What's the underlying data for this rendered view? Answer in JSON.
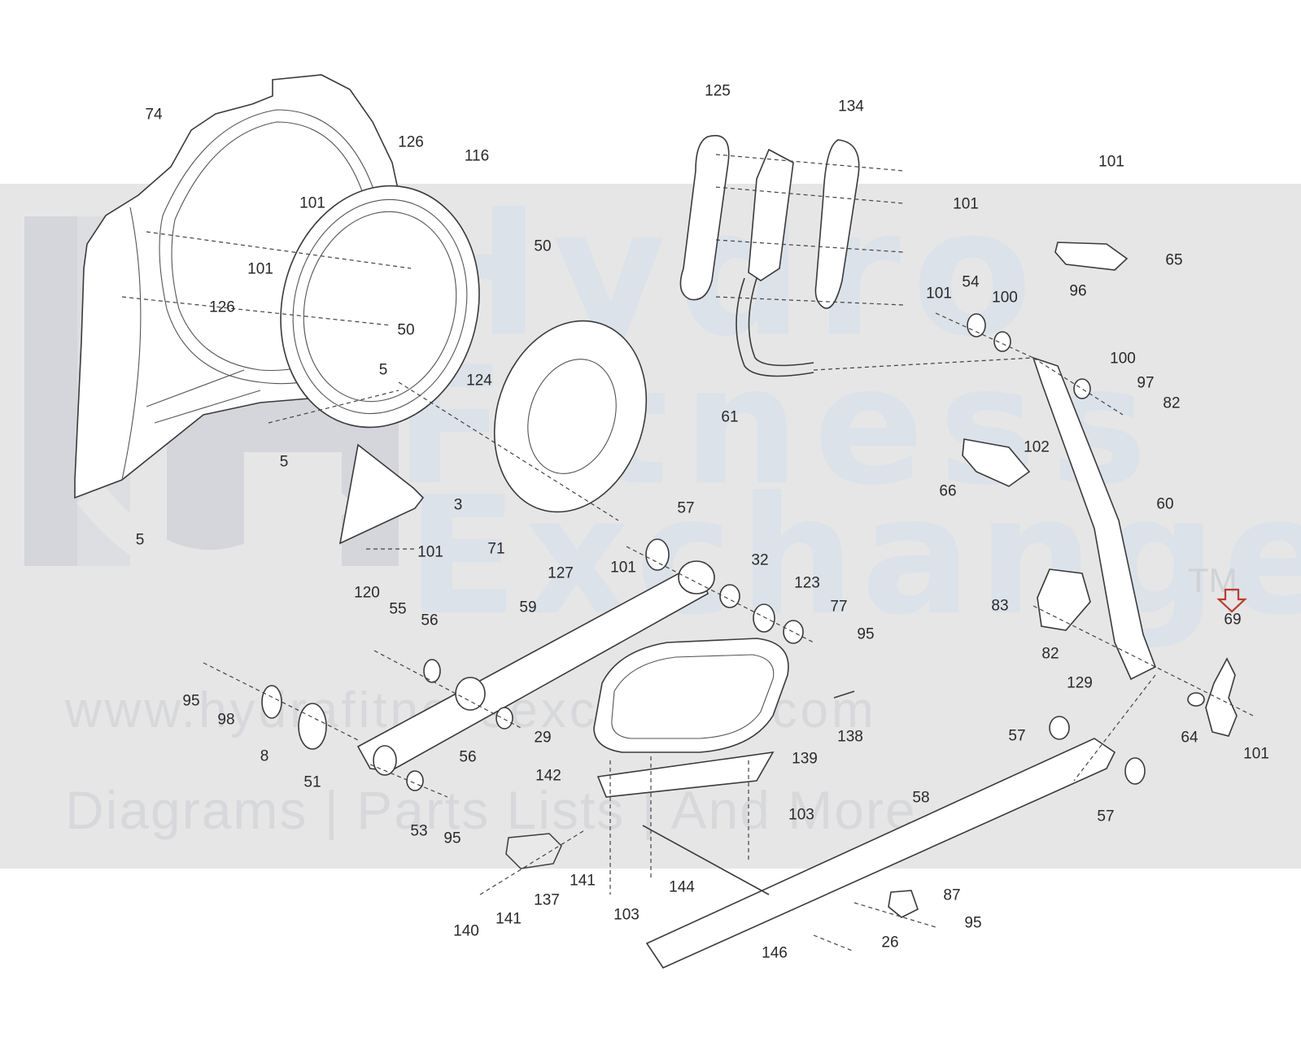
{
  "watermark": {
    "line1": "Hydro",
    "line2": "Fitness",
    "line3": "Exchange",
    "trademark": "TM",
    "url": "www.hydrafitnessexchange.com",
    "tagline": "Diagrams | Parts Lists | And More"
  },
  "highlight": {
    "part": "69",
    "arrow_color": "#c0392b"
  },
  "parts": {
    "p74": "74",
    "p126a": "126",
    "p116": "116",
    "p101a": "101",
    "p101b": "101",
    "p126b": "126",
    "p50a": "50",
    "p50b": "50",
    "p5a": "5",
    "p124": "124",
    "p5b": "5",
    "p5c": "5",
    "p3": "3",
    "p101c": "101",
    "p71": "71",
    "p127": "127",
    "p101d": "101",
    "p57a": "57",
    "p125": "125",
    "p134": "134",
    "p101e": "101",
    "p101f": "101",
    "p61": "61",
    "p101g": "101",
    "p65": "65",
    "p54": "54",
    "p100a": "100",
    "p96": "96",
    "p100b": "100",
    "p97": "97",
    "p82a": "82",
    "p102": "102",
    "p66": "66",
    "p60": "60",
    "p83": "83",
    "p82b": "82",
    "p129": "129",
    "p69": "69",
    "p64": "64",
    "p101h": "101",
    "p32": "32",
    "p123": "123",
    "p77": "77",
    "p95a": "95",
    "p59": "59",
    "p120": "120",
    "p55": "55",
    "p56a": "56",
    "p95b": "95",
    "p98": "98",
    "p8": "8",
    "p51": "51",
    "p29": "29",
    "p56b": "56",
    "p138": "138",
    "p139": "139",
    "p53": "53",
    "p95c": "95",
    "p142": "142",
    "p57b": "57",
    "p57c": "57",
    "p58": "58",
    "p103a": "103",
    "p141a": "141",
    "p137": "137",
    "p144": "144",
    "p103b": "103",
    "p140": "140",
    "p141b": "141",
    "p87": "87",
    "p95d": "95",
    "p146": "146",
    "p26": "26"
  }
}
